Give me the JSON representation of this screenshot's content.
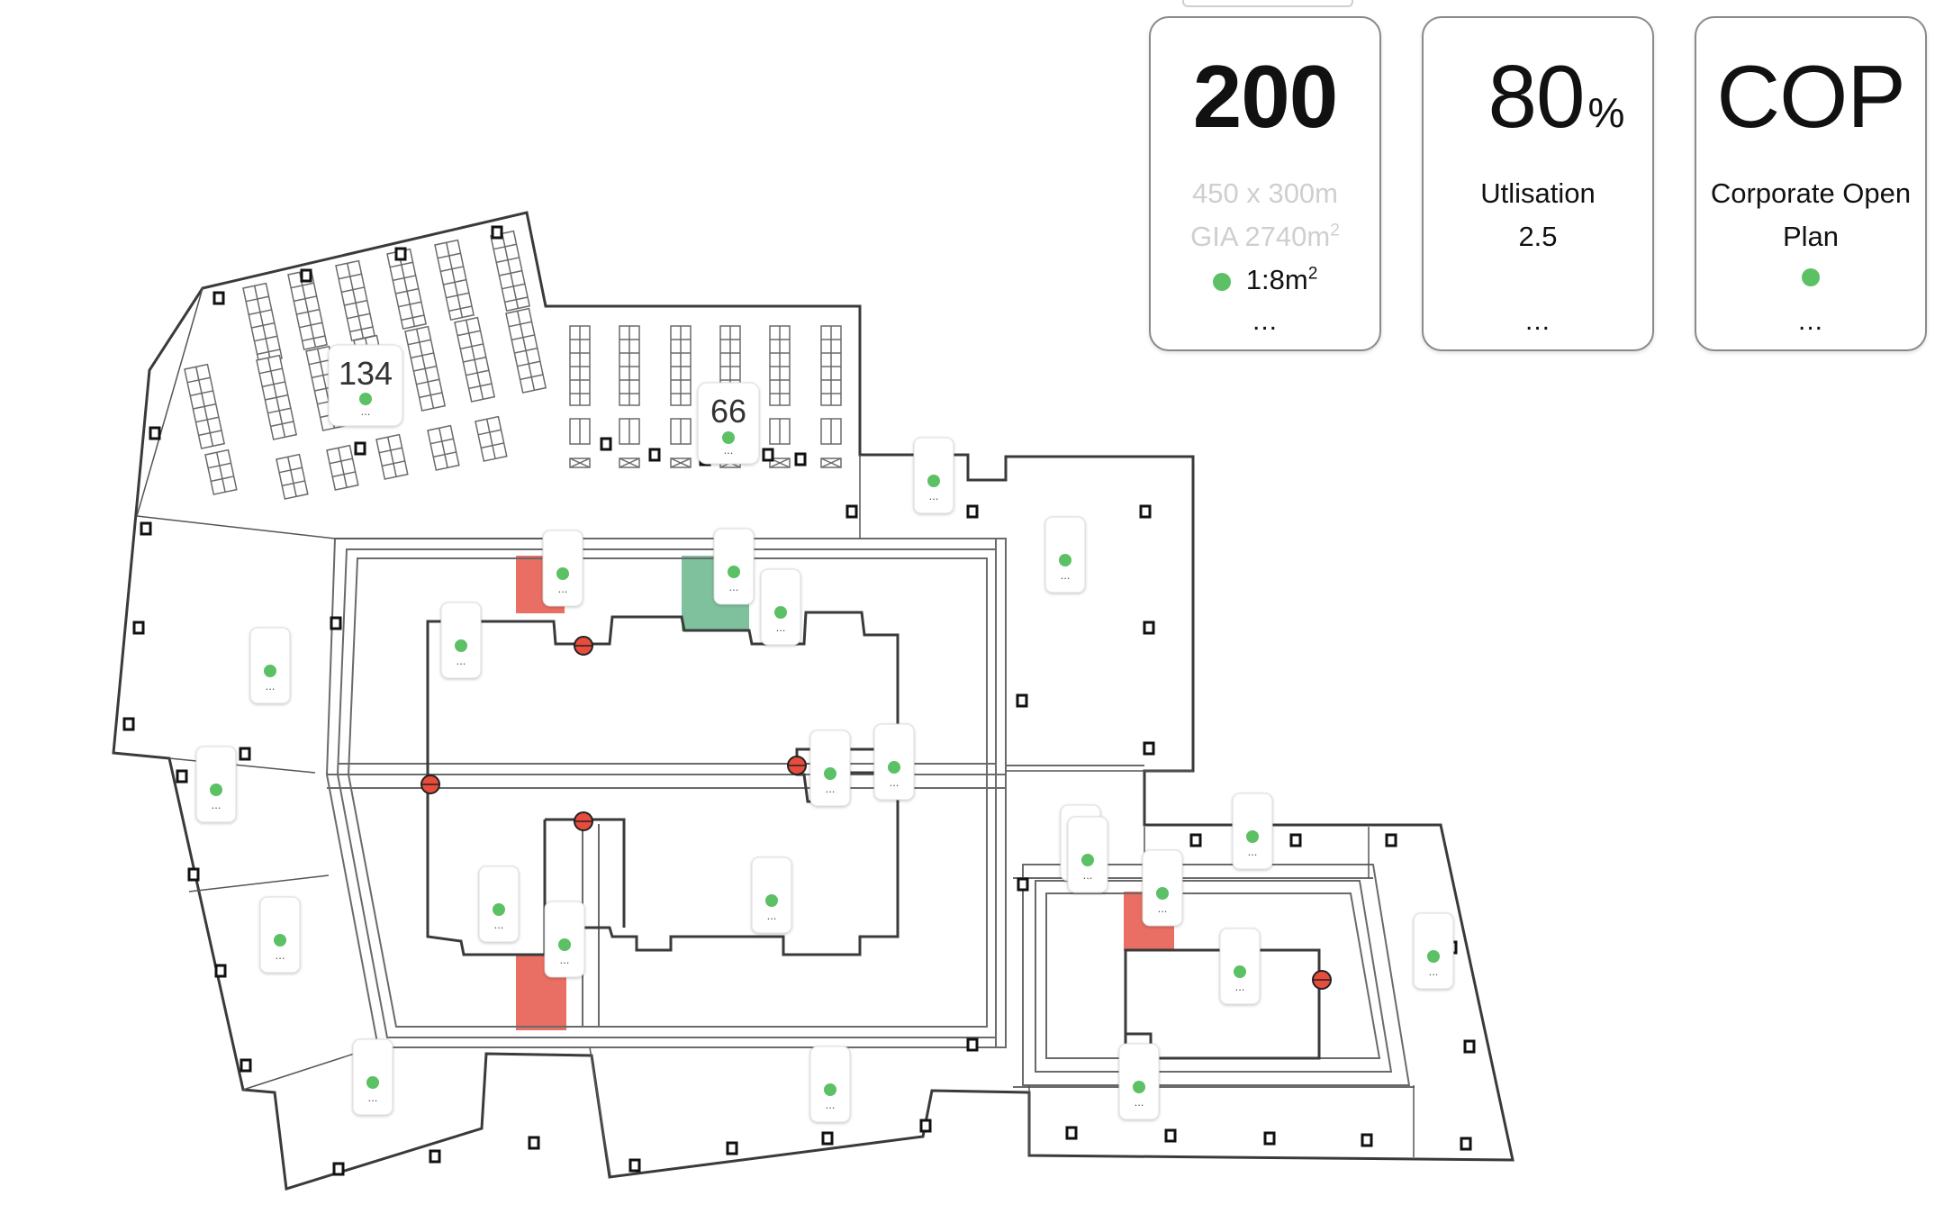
{
  "cards": [
    {
      "value": "200",
      "sub1": "450 x 300m",
      "sub2": "GIA 2740m",
      "sub2_sup": "2",
      "ratio": "1:8m",
      "ratio_sup": "2",
      "status_color": "#5cc065",
      "more": "..."
    },
    {
      "value": "80",
      "unit": "%",
      "label": "Utlisation",
      "figure": "2.5",
      "more": "..."
    },
    {
      "value": "COP",
      "label1": "Corporate Open",
      "label2": "Plan",
      "status_color": "#5cc065",
      "more": "..."
    }
  ],
  "zone_labels": {
    "zone_a": "134",
    "zone_b": "66"
  },
  "pin_more": "...",
  "colors": {
    "occupied_red": "#e96e63",
    "available_green": "#7fc19c",
    "status_green": "#5cc065",
    "door_red": "#e74c3c",
    "wall": "#3a3a3a"
  }
}
